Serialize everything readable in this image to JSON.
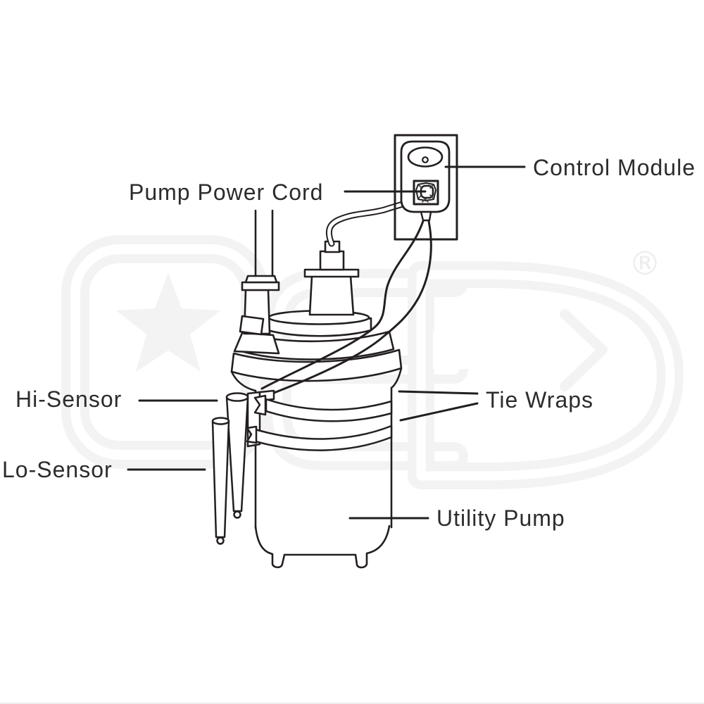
{
  "diagram": {
    "labels": {
      "pump_power_cord": "Pump Power Cord",
      "control_module": "Control Module",
      "hi_sensor": "Hi-Sensor",
      "lo_sensor": "Lo-Sensor",
      "tie_wraps": "Tie Wraps",
      "utility_pump": "Utility Pump"
    },
    "watermark": {
      "registered_mark": "®"
    },
    "colors": {
      "line": "#231f20",
      "label_text": "#2c2c2c",
      "leader_line": "#1f1f1f",
      "watermark_gray": "#f3f3f3",
      "background": "#ffffff"
    }
  }
}
